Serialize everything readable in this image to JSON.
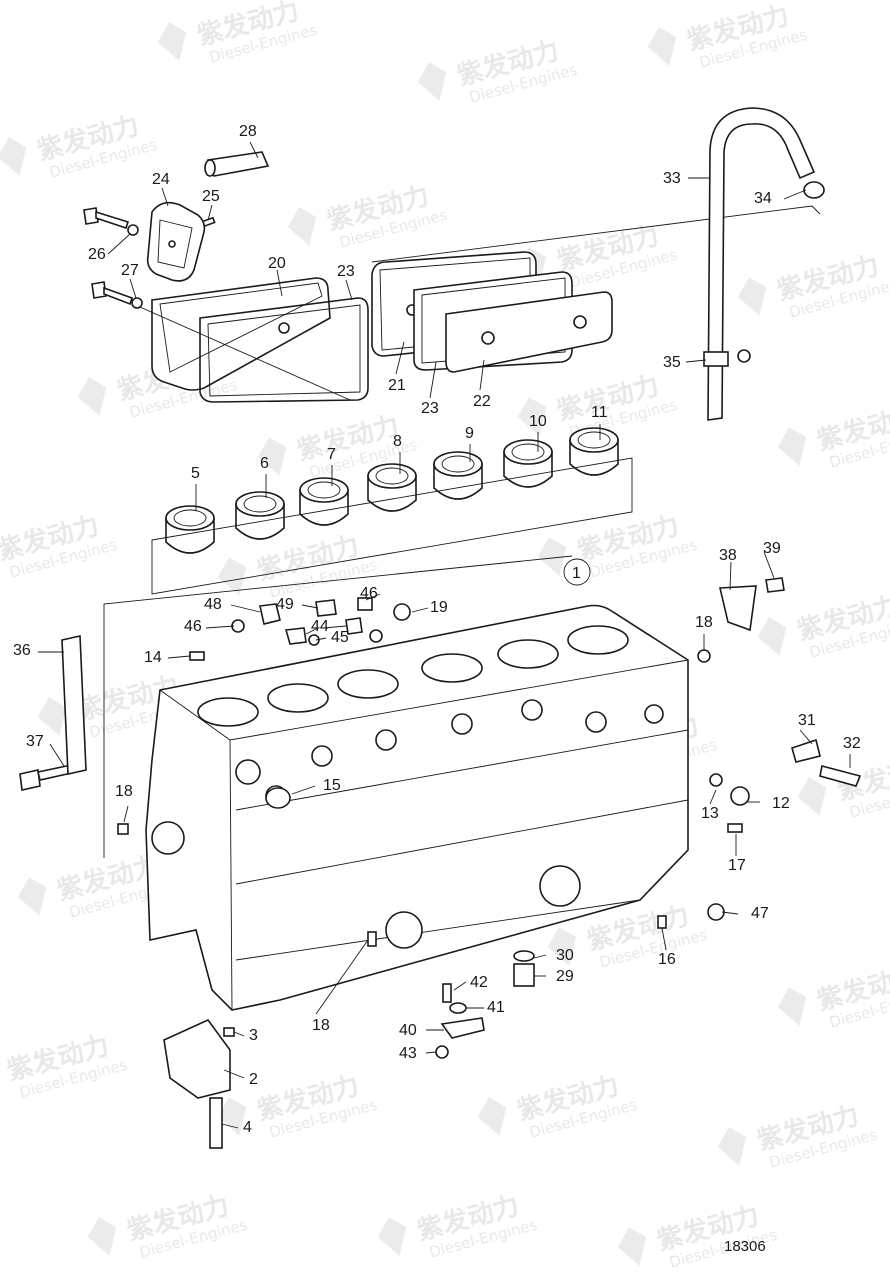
{
  "diagram": {
    "drawing_number": "18306",
    "watermark": {
      "brand": "紫发动力",
      "sub": "Diesel-Engines"
    },
    "callouts": [
      {
        "id": "c1",
        "text": "1"
      },
      {
        "id": "c2",
        "text": "2"
      },
      {
        "id": "c3",
        "text": "3"
      },
      {
        "id": "c4",
        "text": "4"
      },
      {
        "id": "c5",
        "text": "5"
      },
      {
        "id": "c6",
        "text": "6"
      },
      {
        "id": "c7",
        "text": "7"
      },
      {
        "id": "c8",
        "text": "8"
      },
      {
        "id": "c9",
        "text": "9"
      },
      {
        "id": "c10",
        "text": "10"
      },
      {
        "id": "c11",
        "text": "11"
      },
      {
        "id": "c12",
        "text": "12"
      },
      {
        "id": "c13",
        "text": "13"
      },
      {
        "id": "c14",
        "text": "14"
      },
      {
        "id": "c15",
        "text": "15"
      },
      {
        "id": "c16",
        "text": "16"
      },
      {
        "id": "c17",
        "text": "17"
      },
      {
        "id": "c18a",
        "text": "18"
      },
      {
        "id": "c18b",
        "text": "18"
      },
      {
        "id": "c18c",
        "text": "18"
      },
      {
        "id": "c19",
        "text": "19"
      },
      {
        "id": "c20",
        "text": "20"
      },
      {
        "id": "c21",
        "text": "21"
      },
      {
        "id": "c22",
        "text": "22"
      },
      {
        "id": "c23a",
        "text": "23"
      },
      {
        "id": "c23b",
        "text": "23"
      },
      {
        "id": "c24",
        "text": "24"
      },
      {
        "id": "c25",
        "text": "25"
      },
      {
        "id": "c26",
        "text": "26"
      },
      {
        "id": "c27",
        "text": "27"
      },
      {
        "id": "c28",
        "text": "28"
      },
      {
        "id": "c29",
        "text": "29"
      },
      {
        "id": "c30",
        "text": "30"
      },
      {
        "id": "c31",
        "text": "31"
      },
      {
        "id": "c32",
        "text": "32"
      },
      {
        "id": "c33",
        "text": "33"
      },
      {
        "id": "c34",
        "text": "34"
      },
      {
        "id": "c35",
        "text": "35"
      },
      {
        "id": "c36",
        "text": "36"
      },
      {
        "id": "c37",
        "text": "37"
      },
      {
        "id": "c38",
        "text": "38"
      },
      {
        "id": "c39",
        "text": "39"
      },
      {
        "id": "c40",
        "text": "40"
      },
      {
        "id": "c41",
        "text": "41"
      },
      {
        "id": "c42",
        "text": "42"
      },
      {
        "id": "c43",
        "text": "43"
      },
      {
        "id": "c44",
        "text": "44"
      },
      {
        "id": "c45",
        "text": "45"
      },
      {
        "id": "c46a",
        "text": "46"
      },
      {
        "id": "c46b",
        "text": "46"
      },
      {
        "id": "c47",
        "text": "47"
      },
      {
        "id": "c48",
        "text": "48"
      },
      {
        "id": "c49",
        "text": "49"
      }
    ]
  }
}
